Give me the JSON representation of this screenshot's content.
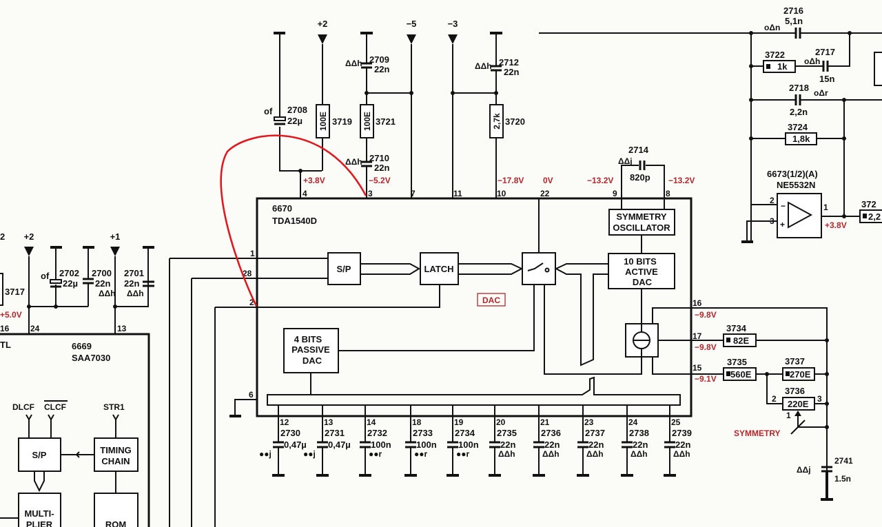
{
  "colors": {
    "ink": "#111111",
    "voltage": "#b3262b",
    "annotation": "#e0191e"
  },
  "ic_main": {
    "ref": "6670",
    "part": "TDA1540D",
    "label": "DAC",
    "blocks": {
      "sp": "S/P",
      "latch": "LATCH",
      "active_dac": [
        "10 BITS",
        "ACTIVE",
        "DAC"
      ],
      "passive_dac": [
        "4 BITS",
        "PASSIVE",
        "DAC"
      ],
      "osc": [
        "SYMMETRY",
        "OSCILLATOR"
      ]
    },
    "pins": {
      "p1": "1",
      "p28": "28",
      "p2": "2",
      "p6": "6",
      "p4": "4",
      "p3": "3",
      "p7": "7",
      "p11": "11",
      "p10": "10",
      "p22": "22",
      "p9": "9",
      "p8": "8",
      "p16": "16",
      "p17": "17",
      "p15": "15"
    }
  },
  "ic_left": {
    "ref": "6669",
    "part": "SAA7030",
    "pin_label": "TL",
    "blocks": {
      "sp": "S/P",
      "timing": [
        "TIMING",
        "CHAIN"
      ],
      "mult": [
        "MULTI-",
        "PLIER"
      ],
      "rom": "ROM"
    },
    "inputs": {
      "dlcf": "DLCF",
      "clcf": "CLCF",
      "str1": "STR1"
    },
    "pins": {
      "p16": "16",
      "p24": "24",
      "p13": "13"
    }
  },
  "opamp": {
    "ref": "6673(1/2)(A)",
    "part": "NE5532N",
    "pin_minus": "2",
    "pin_plus": "3",
    "pin_out": "1",
    "minus": "−",
    "plus": "+"
  },
  "rails": {
    "r_plus2": "+2",
    "r_minus5": "−5",
    "r_minus3": "−3",
    "l_plus2a": "2",
    "l_plus2b": "+2",
    "l_plus1": "+1"
  },
  "voltages": {
    "v_p3_8": "+3.8V",
    "v_m5_2": "−5.2V",
    "v_m17_8": "−17.8V",
    "v_0": "0V",
    "v_m13_2a": "−13.2V",
    "v_m13_2b": "−13.2V",
    "v_m9_8a": "−9.8V",
    "v_m9_8b": "−9.8V",
    "v_m9_1": "−9.1V",
    "v_opamp": "+3.8V",
    "v_p5": "+5.0V"
  },
  "components": {
    "c2708": {
      "ref": "2708",
      "value": "22µ",
      "code": "of"
    },
    "r3719": {
      "ref": "3719",
      "value": "100E"
    },
    "c2709": {
      "ref": "2709",
      "value": "22n",
      "code": "ΔΔh"
    },
    "r3721": {
      "ref": "3721",
      "value": "100E"
    },
    "c2710": {
      "ref": "2710",
      "value": "22n",
      "code": "ΔΔh"
    },
    "c2712": {
      "ref": "2712",
      "value": "22n",
      "code": "ΔΔh"
    },
    "r3720": {
      "ref": "3720",
      "value": "2,7k"
    },
    "c2714": {
      "ref": "2714",
      "value": "820p",
      "code": "ΔΔj"
    },
    "c2716": {
      "ref": "2716",
      "value": "5,1n",
      "code": "oΔn"
    },
    "r3722": {
      "ref": "3722",
      "value": "1k"
    },
    "c2717": {
      "ref": "2717",
      "value": "15n",
      "code": "oΔh"
    },
    "c2718": {
      "ref": "2718",
      "value": "2,2n",
      "code": "oΔr"
    },
    "r3724": {
      "ref": "3724",
      "value": "1,8k"
    },
    "r3725": {
      "ref": "372",
      "value": "2,2"
    },
    "r3734": {
      "ref": "3734",
      "value": "82E"
    },
    "r3735": {
      "ref": "3735",
      "value": "560E"
    },
    "r3737": {
      "ref": "3737",
      "value": "270E"
    },
    "r3736": {
      "ref": "3736",
      "value": "220E",
      "pin2": "2",
      "pin3": "3",
      "pin1": "1",
      "label": "SYMMETRY"
    },
    "c2741": {
      "ref": "2741",
      "value": "1.5n",
      "code": "ΔΔj"
    },
    "c2702": {
      "ref": "2702",
      "value": "22µ",
      "code": "of"
    },
    "c2700": {
      "ref": "2700",
      "value": "22n",
      "code": "ΔΔh"
    },
    "c2701": {
      "ref": "2701",
      "value": "22n",
      "code": "ΔΔh"
    },
    "r3717": {
      "ref": "3717"
    }
  },
  "bottom_caps": [
    {
      "pin": "12",
      "ref": "2730",
      "value": "0,47µ",
      "code": "●●j"
    },
    {
      "pin": "13",
      "ref": "2731",
      "value": "0,47µ",
      "code": "●●j"
    },
    {
      "pin": "14",
      "ref": "2732",
      "value": "100n",
      "code": "●●r"
    },
    {
      "pin": "18",
      "ref": "2733",
      "value": "100n",
      "code": "●●r"
    },
    {
      "pin": "19",
      "ref": "2734",
      "value": "100n",
      "code": "●●r"
    },
    {
      "pin": "20",
      "ref": "2735",
      "value": "22n",
      "code": "ΔΔh"
    },
    {
      "pin": "21",
      "ref": "2736",
      "value": "22n",
      "code": "ΔΔh"
    },
    {
      "pin": "23",
      "ref": "2737",
      "value": "22n",
      "code": "ΔΔh"
    },
    {
      "pin": "24",
      "ref": "2738",
      "value": "22n",
      "code": "ΔΔh"
    },
    {
      "pin": "25",
      "ref": "2739",
      "value": "22n",
      "code": "ΔΔh"
    }
  ]
}
